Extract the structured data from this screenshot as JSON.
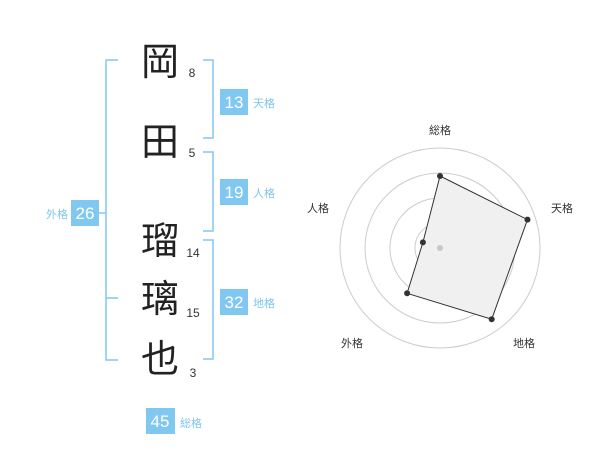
{
  "colors": {
    "accent": "#80c8f0",
    "label": "#7ec6ea",
    "bracket": "#80c8f0",
    "text": "#222222",
    "radar_fill": "#f0f0f0",
    "radar_grid": "#cccccc",
    "radar_line": "#333333"
  },
  "name_chars": [
    {
      "char": "岡",
      "strokes": "8"
    },
    {
      "char": "田",
      "strokes": "5"
    },
    {
      "char": "瑠",
      "strokes": "14"
    },
    {
      "char": "璃",
      "strokes": "15"
    },
    {
      "char": "也",
      "strokes": "3"
    }
  ],
  "kaku": {
    "tenkaku": {
      "value": "13",
      "label": "天格"
    },
    "jinkaku": {
      "value": "19",
      "label": "人格"
    },
    "chikaku": {
      "value": "32",
      "label": "地格"
    },
    "gaikaku": {
      "value": "26",
      "label": "外格"
    },
    "soukaku": {
      "value": "45",
      "label": "総格"
    }
  },
  "chart_data": {
    "type": "radar",
    "axes": [
      "総格",
      "天格",
      "地格",
      "外格",
      "人格"
    ],
    "values": [
      0.72,
      0.92,
      0.88,
      0.56,
      0.18
    ],
    "rings": 4,
    "max": 1
  }
}
